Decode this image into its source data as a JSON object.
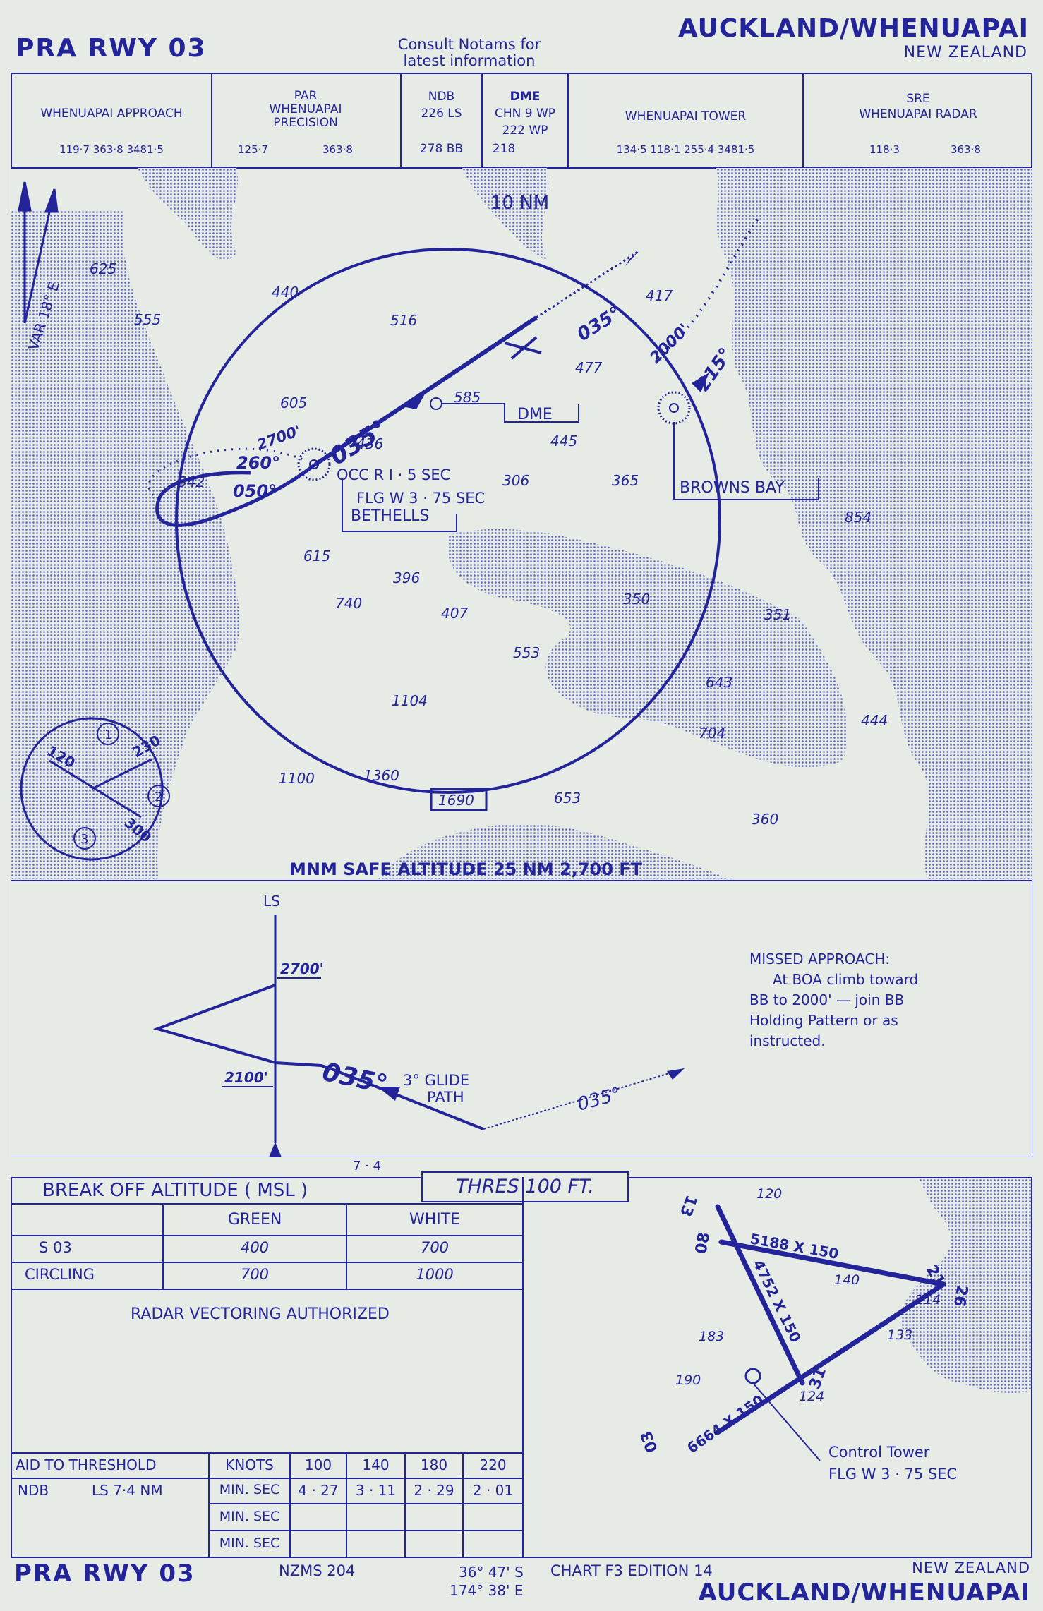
{
  "header": {
    "procedure": "PRA RWY 03",
    "notams": [
      "Consult Notams for",
      "latest information"
    ],
    "airport": "AUCKLAND/WHENUAPAI",
    "country": "NEW ZEALAND"
  },
  "comms": {
    "approach": {
      "name": "WHENUAPAI APPROACH",
      "freqs": "119·7   363·8   3481·5"
    },
    "precision": {
      "lines": [
        "PAR",
        "WHENUAPAI",
        "PRECISION"
      ],
      "f1": "125·7",
      "f2": "363·8"
    },
    "ndb": {
      "title": "NDB",
      "row1": "226   LS",
      "row2": "278   BB"
    },
    "dme": {
      "title": "DME",
      "row1": "CHN 9 WP",
      "row2": "222     WP",
      "row3": "218"
    },
    "tower": {
      "name": "WHENUAPAI TOWER",
      "freqs": "134·5    118·1    255·4    3481·5"
    },
    "sre": {
      "lines": [
        "SRE",
        "WHENUAPAI RADAR"
      ],
      "f1": "118·3",
      "f2": "363·8"
    }
  },
  "plan": {
    "range_label": "10 NM",
    "variation": "VAR 18° E",
    "spot_heights": [
      "625",
      "555",
      "440",
      "516",
      "417",
      "477",
      "605",
      "585",
      "436",
      "445",
      "542",
      "306",
      "365",
      "854",
      "615",
      "396",
      "740",
      "407",
      "350",
      "351",
      "553",
      "643",
      "704",
      "444",
      "1104",
      "1100",
      "1360",
      "653",
      "360"
    ],
    "boxed_obstacle": "1690",
    "occ_light": "OCC R I · 5 SEC",
    "flg_light": "FLG W 3 · 75 SEC",
    "dme_label": "DME",
    "browns_bay": "BROWNS  BAY",
    "bethells": "BETHELLS",
    "headings": {
      "inbound": "035°",
      "upper": "035°",
      "hold_in": "215°",
      "alt_2000": "2000'",
      "alt_2700": "2700'",
      "turn_260": "260°",
      "turn_050": "050°"
    },
    "sector": {
      "s120": "120",
      "s230": "230",
      "s300": "300",
      "n1": "1",
      "n2": "2",
      "n3": "3"
    },
    "msa": "MNM SAFE ALTITUDE  25 NM   2,700 FT"
  },
  "profile": {
    "ls": "LS",
    "alt_2700": "2700'",
    "alt_2100": "2100'",
    "course": "035°",
    "course2": "035°",
    "glide": [
      "3°  GLIDE",
      "PATH"
    ],
    "distance": "7 · 4",
    "missed": [
      "MISSED APPROACH:",
      "At BOA climb toward",
      "BB to 2000' — join BB",
      "Holding Pattern or as",
      "instructed."
    ]
  },
  "breakoff": {
    "title": "BREAK OFF ALTITUDE  ( MSL )",
    "thres": "THRES 100  FT.",
    "col_green": "GREEN",
    "col_white": "WHITE",
    "rows": [
      {
        "label": "S   03",
        "green": "400",
        "white": "700"
      },
      {
        "label": "CIRCLING",
        "green": "700",
        "white": "1000"
      }
    ],
    "radar": "RADAR VECTORING AUTHORIZED"
  },
  "timing": {
    "h_aid": "AID TO  THRESHOLD",
    "h_knots": "KNOTS",
    "speeds": [
      "100",
      "140",
      "180",
      "220"
    ],
    "ndb": "NDB",
    "ndb_dist": "LS   7·4  NM",
    "min_sec": "MIN. SEC",
    "times": [
      "4 · 27",
      "3 · 11",
      "2 · 29",
      "2 · 01"
    ]
  },
  "aerodrome": {
    "rwy_13": "13",
    "rwy_31": "31",
    "rwy_08": "08",
    "rwy_26": "26",
    "rwy_03": "03",
    "rwy_21": "21",
    "dim_1": "5188 X 150",
    "dim_2": "4752 X 150",
    "dim_3": "6664 X 150",
    "h120": "120",
    "h140": "140",
    "h114": "114",
    "h133": "133",
    "h183": "183",
    "h190": "190",
    "h124": "124",
    "tower": [
      "Control Tower",
      "FLG W 3 · 75 SEC"
    ]
  },
  "footer": {
    "procedure": "PRA RWY  03",
    "map": "NZMS 204",
    "lat": "36° 47' S",
    "lon": "174° 38' E",
    "chart": "CHART F3   EDITION 14",
    "country": "NEW  ZEALAND",
    "airport": "AUCKLAND/WHENUAPAI"
  }
}
